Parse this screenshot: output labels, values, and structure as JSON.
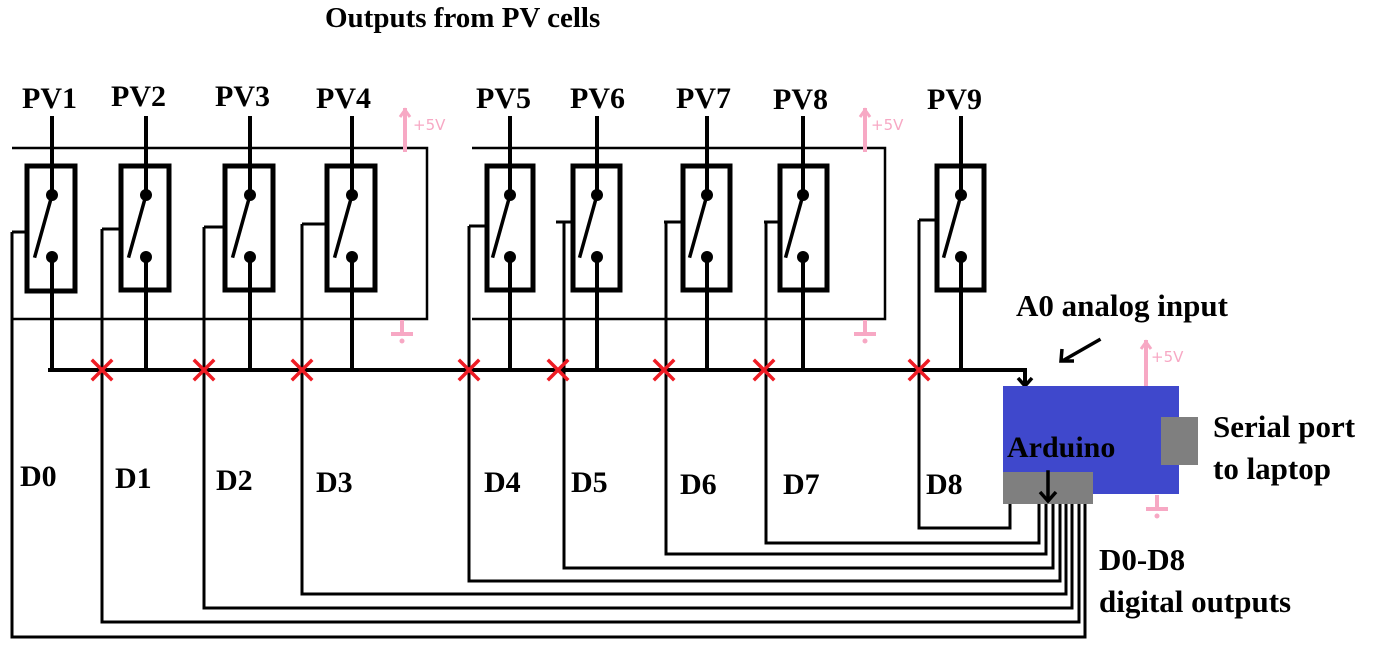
{
  "title": "Outputs from PV cells",
  "pv_cells": [
    {
      "id": "PV1",
      "label": "PV1"
    },
    {
      "id": "PV2",
      "label": "PV2"
    },
    {
      "id": "PV3",
      "label": "PV3"
    },
    {
      "id": "PV4",
      "label": "PV4"
    },
    {
      "id": "PV5",
      "label": "PV5"
    },
    {
      "id": "PV6",
      "label": "PV6"
    },
    {
      "id": "PV7",
      "label": "PV7"
    },
    {
      "id": "PV8",
      "label": "PV8"
    },
    {
      "id": "PV9",
      "label": "PV9"
    }
  ],
  "digital_lines": [
    "D0",
    "D1",
    "D2",
    "D3",
    "D4",
    "D5",
    "D6",
    "D7",
    "D8"
  ],
  "power": {
    "vcc_label": "+5V"
  },
  "arduino": {
    "label": "Arduino",
    "analog_input_label": "A0 analog input",
    "serial_label_line1": "Serial port",
    "serial_label_line2": "to laptop",
    "digital_outputs_line1": "D0-D8",
    "digital_outputs_line2": "digital outputs"
  },
  "colors": {
    "wire": "#000000",
    "break_mark": "#ee1c24",
    "power": "#f7a8c4",
    "arduino_body": "#3f48cc",
    "connector": "#7f7f7f"
  }
}
